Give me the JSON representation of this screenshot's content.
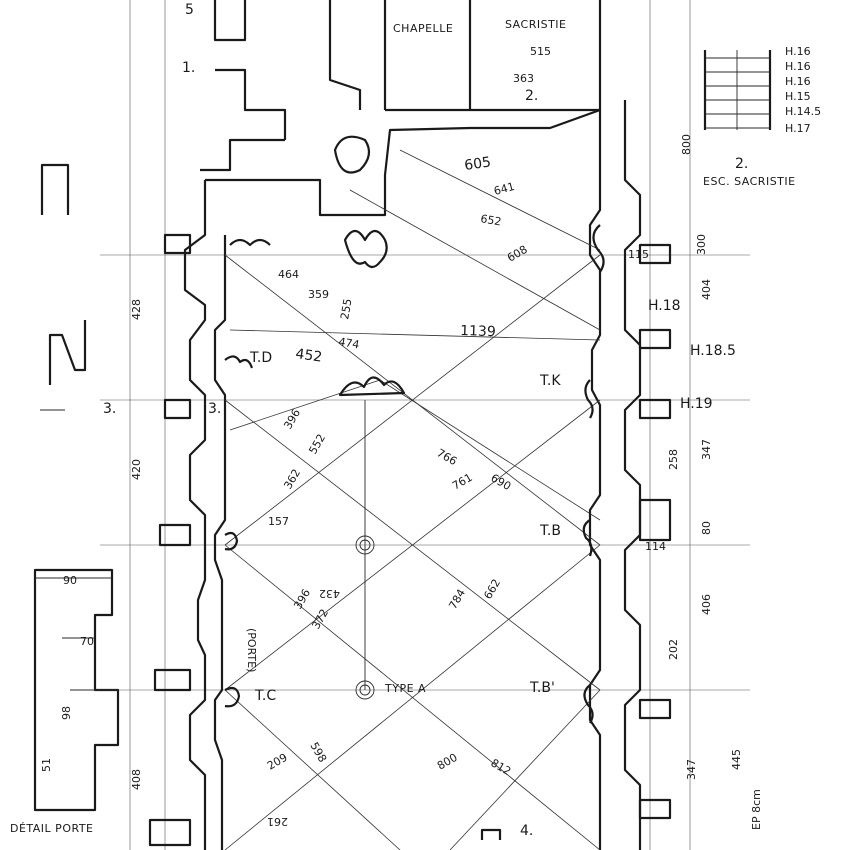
{
  "labels": {
    "chapelle": "CHAPELLE",
    "sacristie": "SACRISTIE",
    "esc_sacristie": "ESC. SACRISTIE",
    "esc_num": "2.",
    "detail_porte": "DÉTAIL PORTE",
    "typea": "TYPE A",
    "tc": "T.C",
    "td": "T.D",
    "tb": "T.B",
    "tb_prime": "T.B'",
    "tk": "T.K",
    "porte": "(PORTE)",
    "n1": "1.",
    "n2": "2.",
    "n3a": "3.",
    "n3b": "3.",
    "n4": "4.",
    "n5": "5",
    "ep": "EP 8cm"
  },
  "heights": [
    "H.16",
    "H.16",
    "H.16",
    "H.15",
    "H.14.5",
    "H.17"
  ],
  "heights_right": [
    "H.18",
    "H.18.5",
    "H.19"
  ],
  "dimensions": {
    "d605": "605",
    "d641": "641",
    "d652": "652",
    "d608": "608",
    "d1139": "1139",
    "d452": "452",
    "d464": "464",
    "d359": "359",
    "d474": "474",
    "d255": "255",
    "d363": "363",
    "d515": "515",
    "d800": "800",
    "d766": "766",
    "d690": "690",
    "d761": "761",
    "d552": "552",
    "d396": "396",
    "d362": "362",
    "d157": "157",
    "d662": "662",
    "d784": "784",
    "d396b": "396",
    "d372": "372",
    "d800b": "800",
    "d812": "812",
    "d209": "209",
    "d598": "598",
    "d428": "428",
    "d420": "420",
    "d408": "408",
    "d404": "404",
    "d406": "406",
    "d347": "347",
    "d445": "445",
    "d300": "300",
    "d90": "90",
    "d70": "70",
    "d98": "98",
    "d51": "51",
    "d114": "114",
    "d115": "115",
    "d80": "80",
    "d261": "261",
    "d432": "432",
    "d258": "258",
    "d202": "202",
    "d347b": "347"
  }
}
